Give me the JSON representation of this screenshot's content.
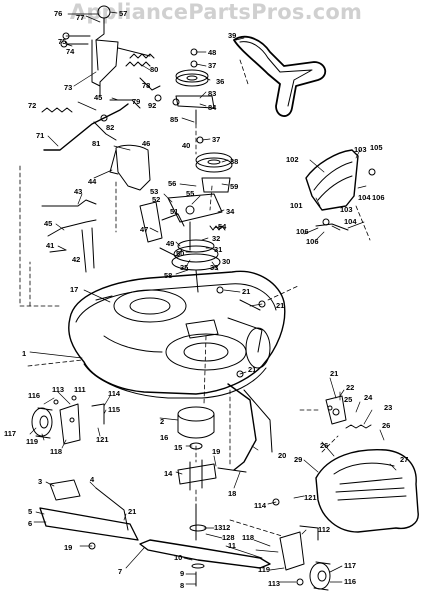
{
  "watermark": "AppliancePartsPros.com",
  "colors": {
    "line": "#000000",
    "paper": "#ffffff",
    "watermark": "#9a9a9a"
  },
  "callouts": {
    "c76": "76",
    "c77": "77",
    "c57": "57",
    "c75": "75",
    "c74": "74",
    "c73": "73",
    "c80": "80",
    "c78": "78",
    "c79": "79",
    "c92": "92",
    "c72": "72",
    "c45a": "45",
    "c82": "82",
    "c81": "81",
    "c71": "71",
    "c46": "46",
    "c44": "44",
    "c43": "43",
    "c45b": "45",
    "c41": "41",
    "c42": "42",
    "c17": "17",
    "c1": "1",
    "c48": "48",
    "c37a": "37",
    "c36a": "36",
    "c83": "83",
    "c84": "84",
    "c85": "85",
    "c40": "40",
    "c37b": "37",
    "c38": "38",
    "c56": "56",
    "c55": "55",
    "c59": "59",
    "c53": "53",
    "c52": "52",
    "c51": "51",
    "c34": "34",
    "c47": "47",
    "c54": "54",
    "c32": "32",
    "c49": "49",
    "c50": "50",
    "c31": "31",
    "c33": "33",
    "c30": "30",
    "c58": "58",
    "c35": "35",
    "c21a": "21",
    "c21b": "21",
    "c21c": "21",
    "c102": "102",
    "c103a": "103",
    "c105": "105",
    "c104a": "104",
    "c106a": "106",
    "c101": "101",
    "c103b": "103",
    "c104b": "104",
    "c106b": "106",
    "c106c": "106",
    "c116a": "116",
    "c113a": "113",
    "c111": "111",
    "c114a": "114",
    "c115": "115",
    "c117a": "117",
    "c119a": "119",
    "c118a": "118",
    "c121a": "121",
    "c21d": "21",
    "c22": "22",
    "c24": "24",
    "c23": "23",
    "c25": "25",
    "c26a": "26",
    "c2": "2",
    "c16": "16",
    "c15": "15",
    "c14": "14",
    "c18": "18",
    "c20": "20",
    "c19a": "19",
    "c26b": "26",
    "c29": "29",
    "c27": "27",
    "c3": "3",
    "c4": "4",
    "c5": "5",
    "c6": "6",
    "c21e": "21",
    "c19b": "19",
    "c114b": "114",
    "c121b": "121",
    "c13": "13",
    "c12": "12",
    "c128": "128",
    "c11": "11",
    "c112": "112",
    "c118b": "118",
    "c10": "10",
    "c9": "9",
    "c8": "8",
    "c119b": "119",
    "c113b": "113",
    "c117b": "117",
    "c116b": "116",
    "c7": "7",
    "c39": "39"
  }
}
